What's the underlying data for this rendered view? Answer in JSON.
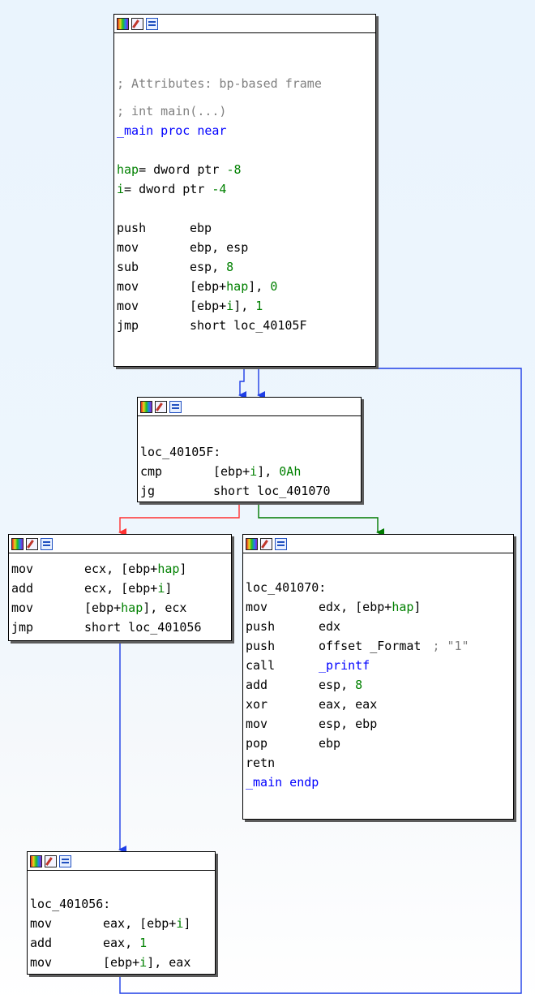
{
  "icons": [
    "color-icon",
    "edit-icon",
    "graph-icon"
  ],
  "colors": {
    "edge_normal": "#1e3ee6",
    "edge_true": "#007a00",
    "edge_false": "#ff3030",
    "keyword": "#0000ff",
    "number": "#008000",
    "comment": "#808080"
  },
  "blocks": {
    "main": {
      "comment_attr": "; Attributes: bp-based frame",
      "comment_sig": "; int main(...)",
      "proc_name": "_main",
      "proc_rest": " proc near",
      "var1_name": "hap",
      "var1_rest": "= dword ptr ",
      "var1_off": "-8",
      "var2_name": "i",
      "var2_rest": "= dword ptr ",
      "var2_off": "-4",
      "ins": [
        {
          "m": "push",
          "o": "ebp"
        },
        {
          "m": "mov",
          "o": "ebp, esp"
        },
        {
          "m": "sub",
          "o": "esp, ",
          "n": "8"
        },
        {
          "m": "mov",
          "o1": "[ebp+",
          "v": "hap",
          "o2": "], ",
          "n": "0"
        },
        {
          "m": "mov",
          "o1": "[ebp+",
          "v": "i",
          "o2": "], ",
          "n": "1"
        },
        {
          "m": "jmp",
          "o": "short loc_40105F"
        }
      ]
    },
    "check": {
      "label": "loc_40105F:",
      "ins": [
        {
          "m": "cmp",
          "o1": "[ebp+",
          "v": "i",
          "o2": "], ",
          "n": "0Ah"
        },
        {
          "m": "jg",
          "o": "short loc_401070"
        }
      ]
    },
    "body": {
      "ins": [
        {
          "m": "mov",
          "o1": "ecx, [ebp+",
          "v": "hap",
          "o2": "]"
        },
        {
          "m": "add",
          "o1": "ecx, [ebp+",
          "v": "i",
          "o2": "]"
        },
        {
          "m": "mov",
          "o1": "[ebp+",
          "v": "hap",
          "o2": "], ecx"
        },
        {
          "m": "jmp",
          "o": "short loc_401056"
        }
      ]
    },
    "exit": {
      "label": "loc_401070:",
      "ins": [
        {
          "m": "mov",
          "o1": "edx, [ebp+",
          "v": "hap",
          "o2": "]"
        },
        {
          "m": "push",
          "o": "edx"
        },
        {
          "m": "push",
          "o": "offset _Format",
          "c": "; \"1\""
        },
        {
          "m": "call",
          "k": "_printf"
        },
        {
          "m": "add",
          "o": "esp, ",
          "n": "8"
        },
        {
          "m": "xor",
          "o": "eax, eax"
        },
        {
          "m": "mov",
          "o": "esp, ebp"
        },
        {
          "m": "pop",
          "o": "ebp"
        },
        {
          "m": "retn"
        }
      ],
      "endp_name": "_main",
      "endp_rest": " endp"
    },
    "incr": {
      "label": "loc_401056:",
      "ins": [
        {
          "m": "mov",
          "o1": "eax, [ebp+",
          "v": "i",
          "o2": "]"
        },
        {
          "m": "add",
          "o": "eax, ",
          "n": "1"
        },
        {
          "m": "mov",
          "o1": "[ebp+",
          "v": "i",
          "o2": "], eax"
        }
      ]
    }
  }
}
